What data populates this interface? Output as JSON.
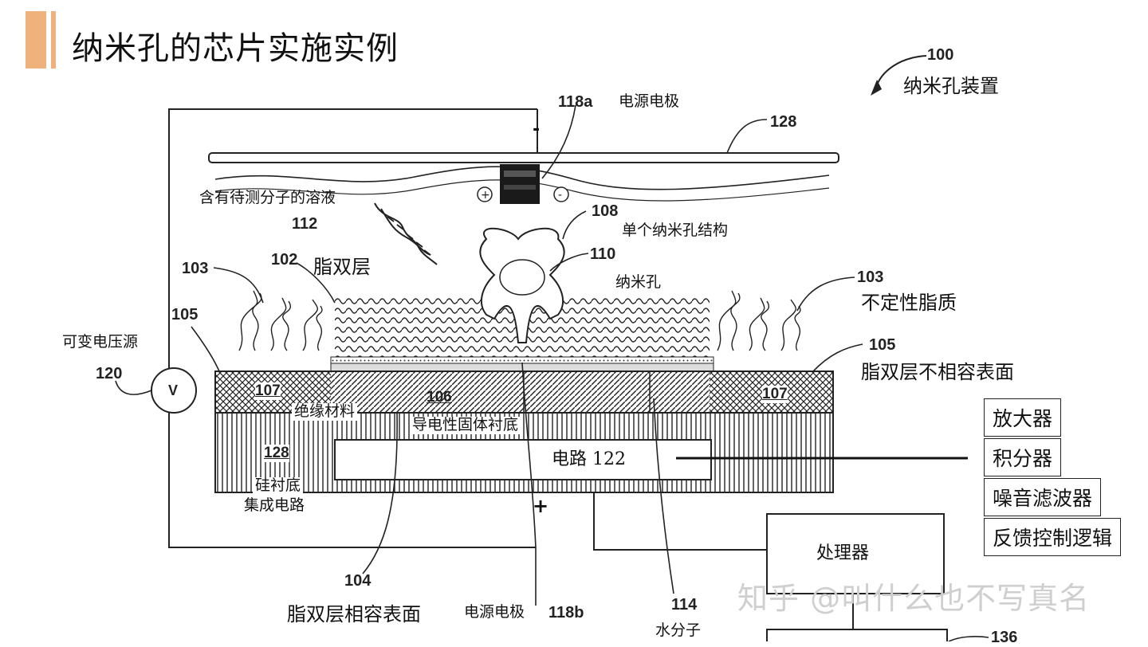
{
  "title": "纳米孔的芯片实施实例",
  "labels": {
    "n100": "100",
    "device": "纳米孔装置",
    "n118a": "118a",
    "power_electrode_top": "电源电极",
    "n128_top": "128",
    "solution": "含有待测分子的溶液",
    "n112": "112",
    "n108": "108",
    "single_nanopore": "单个纳米孔结构",
    "n110": "110",
    "nanopore": "纳米孔",
    "n103_left": "103",
    "n102": "102",
    "lipid_bilayer": "脂双层",
    "n103_right": "103",
    "amorphous_lipid": "不定性脂质",
    "n105_left": "105",
    "n105_right": "105",
    "incompatible_surface": "脂双层不相容表面",
    "variable_voltage": "可变电压源",
    "n120": "120",
    "v_symbol": "V",
    "n107_left": "107",
    "n107_right": "107",
    "insulating_material": "绝缘材料",
    "n106": "106",
    "conductive_substrate": "导电性固体衬底",
    "n128_left": "128",
    "circuit": "电路 122",
    "silicon_substrate": "硅衬底",
    "integrated_circuit": "集成电路",
    "processor": "处理器",
    "n104": "104",
    "compatible_surface": "脂双层相容表面",
    "power_electrode_bottom": "电源电极",
    "n118b": "118b",
    "n114": "114",
    "water_molecule": "水分子",
    "n136": "136",
    "minus": "-",
    "plus": "+"
  },
  "boxes": [
    "放大器",
    "积分器",
    "噪音滤波器",
    "反馈控制逻辑"
  ],
  "watermark": "知乎 @叫什么也不写真名"
}
